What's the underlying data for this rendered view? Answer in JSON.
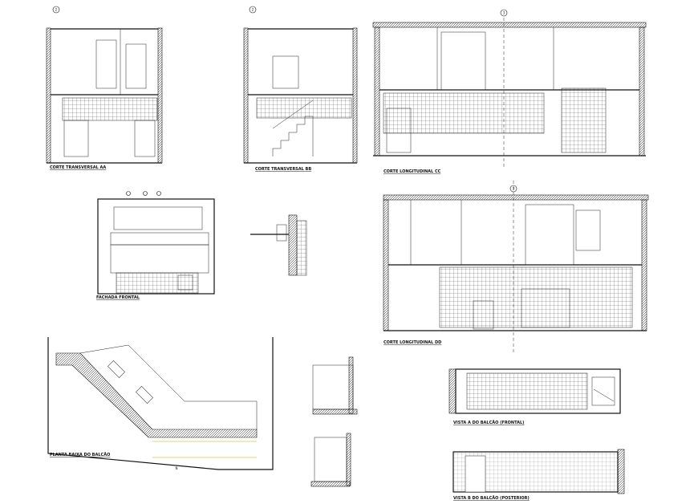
{
  "drawing": {
    "views": [
      {
        "title": "CORTE TRANSVERSAL AA",
        "marker": "2"
      },
      {
        "title": "CORTE TRANSVERSAL BB",
        "marker": "2"
      },
      {
        "title": "CORTE LONGITUDINAL CC",
        "marker": "3"
      },
      {
        "title": "FACHADA FRONTAL",
        "marker": ""
      },
      {
        "title": "CORTE LONGITUDINAL DD",
        "marker": "3"
      },
      {
        "title": "PLANTA BAIXA DO BALCÃO",
        "marker": ""
      },
      {
        "title": "VISTA A DO BALCÃO (FRONTAL)",
        "marker": ""
      },
      {
        "title": "VISTA B DO BALCÃO (POSTERIOR)",
        "marker": ""
      }
    ],
    "colors": {
      "lines": "#111111",
      "dimension": "#c9a400",
      "background": "#ffffff"
    }
  }
}
